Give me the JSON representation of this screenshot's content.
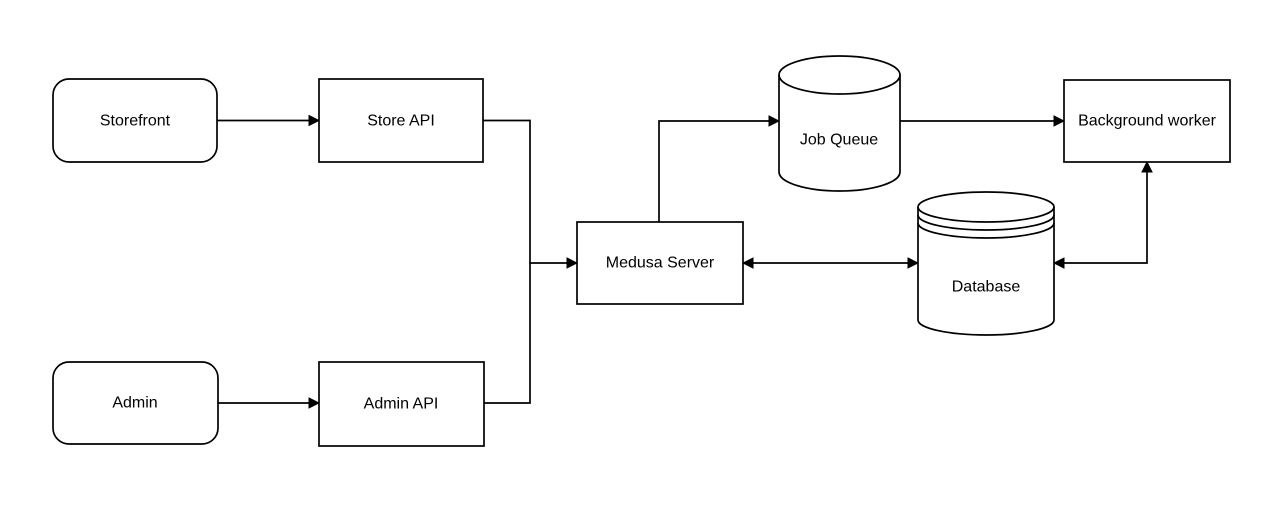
{
  "canvas": {
    "background_color": "#ffffff",
    "line_color": "#000000",
    "text_color": "#000000"
  },
  "diagram": {
    "type": "flowchart",
    "nodes": [
      {
        "id": "storefront",
        "label": "Storefront",
        "shape": "rounded-rectangle"
      },
      {
        "id": "store-api",
        "label": "Store API",
        "shape": "rectangle"
      },
      {
        "id": "admin",
        "label": "Admin",
        "shape": "rounded-rectangle"
      },
      {
        "id": "admin-api",
        "label": "Admin API",
        "shape": "rectangle"
      },
      {
        "id": "medusa-server",
        "label": "Medusa Server",
        "shape": "rectangle"
      },
      {
        "id": "job-queue",
        "label": "Job Queue",
        "shape": "cylinder"
      },
      {
        "id": "database",
        "label": "Database",
        "shape": "cylinder-stacked"
      },
      {
        "id": "background-worker",
        "label": "Background worker",
        "shape": "rectangle"
      }
    ],
    "edges": [
      {
        "from": "Storefront",
        "to": "Store API",
        "arrow": "one-way"
      },
      {
        "from": "Admin",
        "to": "Admin API",
        "arrow": "one-way"
      },
      {
        "from": "Store API",
        "to": "Medusa Server",
        "arrow": "one-way"
      },
      {
        "from": "Admin API",
        "to": "Medusa Server",
        "arrow": "one-way"
      },
      {
        "from": "Medusa Server",
        "to": "Job Queue",
        "arrow": "one-way"
      },
      {
        "from": "Job Queue",
        "to": "Background worker",
        "arrow": "one-way"
      },
      {
        "from": "Medusa Server",
        "to": "Database",
        "arrow": "two-way"
      },
      {
        "from": "Database",
        "to": "Background worker",
        "arrow": "two-way"
      }
    ]
  }
}
